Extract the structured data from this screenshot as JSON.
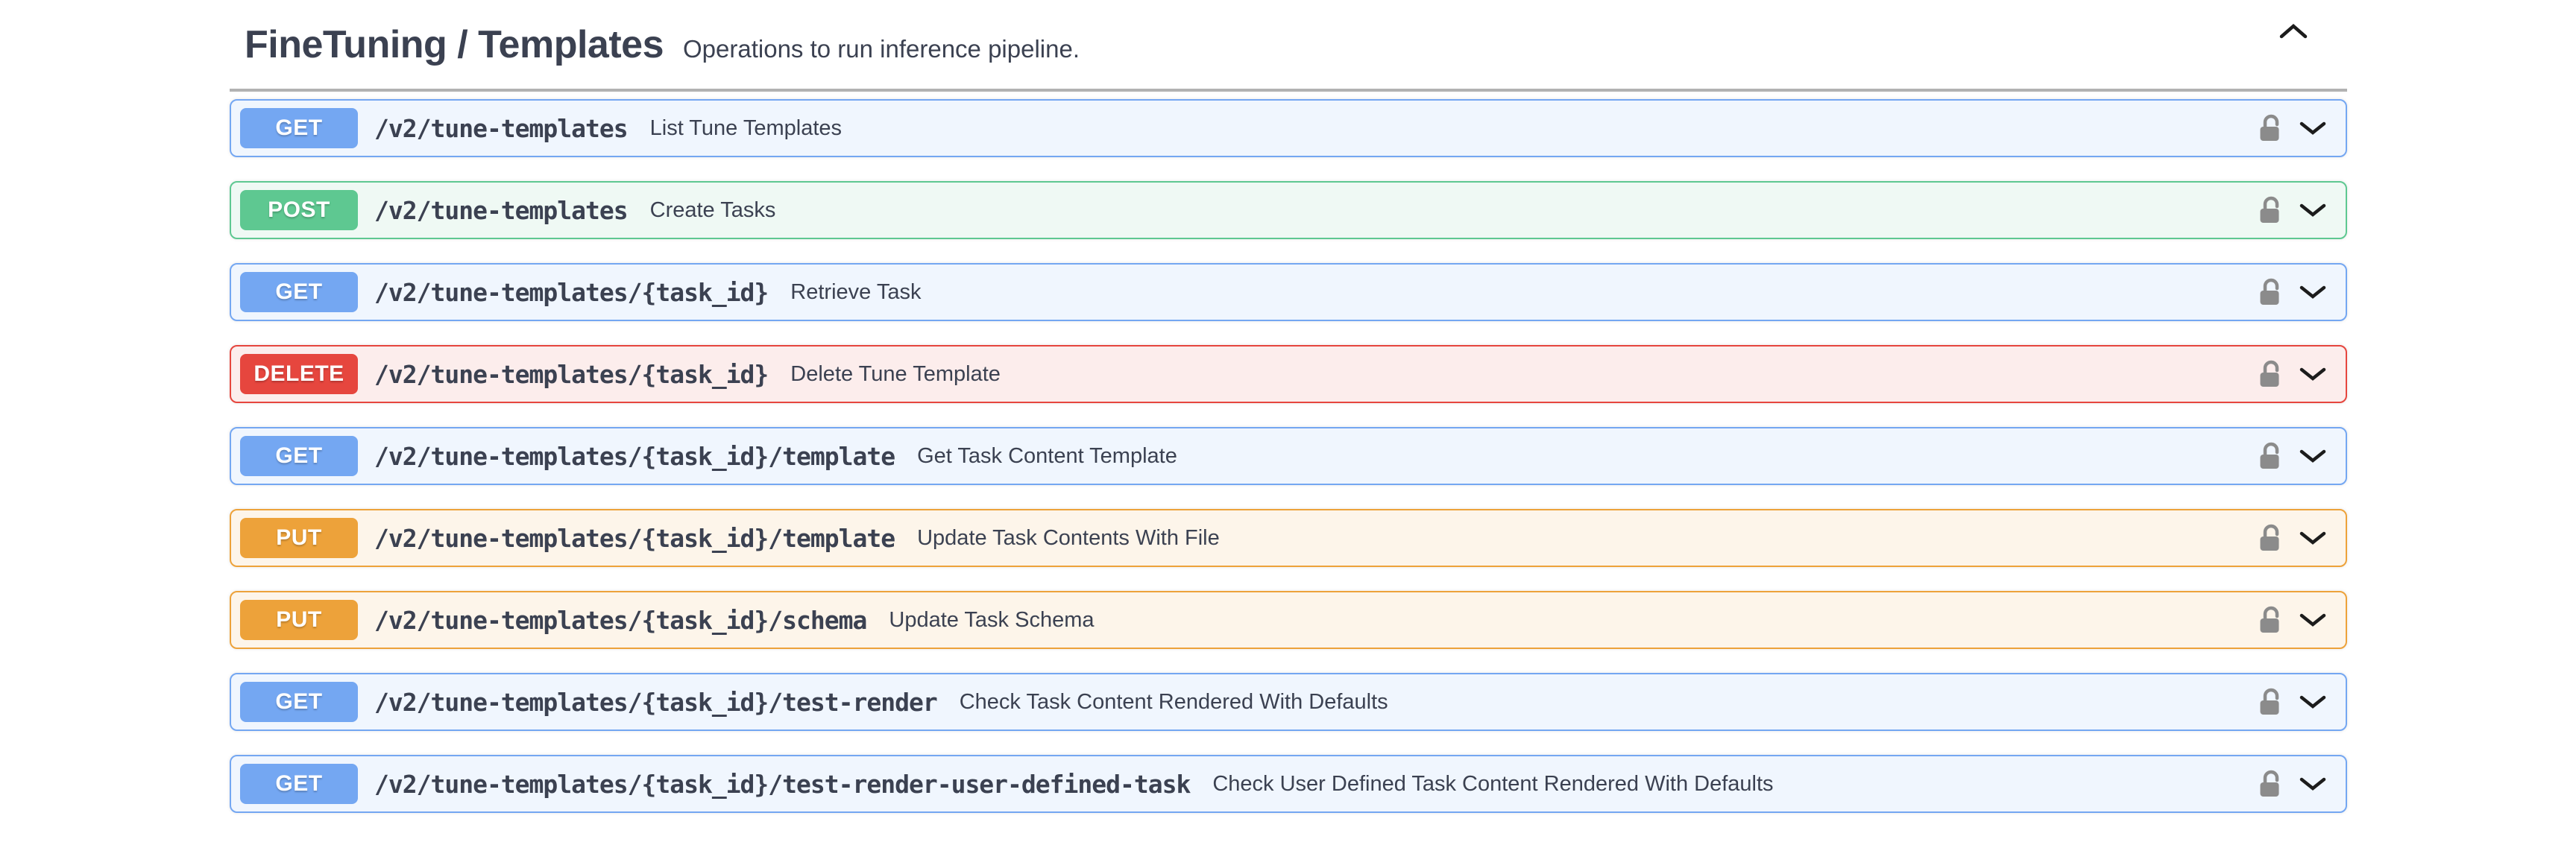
{
  "section": {
    "title": "FineTuning / Templates",
    "description": "Operations to run inference pipeline.",
    "collapse_icon": "chevron-up-icon"
  },
  "icons": {
    "row_lock": "unlock-icon",
    "row_expand": "chevron-down-icon"
  },
  "colors": {
    "method_get": "#74a7f2",
    "method_post": "#5ec891",
    "method_put": "#eda23a",
    "method_delete": "#e6463e",
    "row_get_bg": "#f0f6fe",
    "row_post_bg": "#eff9f4",
    "row_put_bg": "#fdf5ea",
    "row_delete_bg": "#fcedec",
    "text": "#3b4151",
    "lock_icon": "#8b8b8b",
    "chevron_icon": "#1c1c1c",
    "divider": "#b2b2b2"
  },
  "endpoints": [
    {
      "method": "GET",
      "path": "/v2/tune-templates",
      "summary": "List Tune Templates"
    },
    {
      "method": "POST",
      "path": "/v2/tune-templates",
      "summary": "Create Tasks"
    },
    {
      "method": "GET",
      "path": "/v2/tune-templates/{task_id}",
      "summary": "Retrieve Task"
    },
    {
      "method": "DELETE",
      "path": "/v2/tune-templates/{task_id}",
      "summary": "Delete Tune Template"
    },
    {
      "method": "GET",
      "path": "/v2/tune-templates/{task_id}/template",
      "summary": "Get Task Content Template"
    },
    {
      "method": "PUT",
      "path": "/v2/tune-templates/{task_id}/template",
      "summary": "Update Task Contents With File"
    },
    {
      "method": "PUT",
      "path": "/v2/tune-templates/{task_id}/schema",
      "summary": "Update Task Schema"
    },
    {
      "method": "GET",
      "path": "/v2/tune-templates/{task_id}/test-render",
      "summary": "Check Task Content Rendered With Defaults"
    },
    {
      "method": "GET",
      "path": "/v2/tune-templates/{task_id}/test-render-user-defined-task",
      "summary": "Check User Defined Task Content Rendered With Defaults"
    }
  ]
}
